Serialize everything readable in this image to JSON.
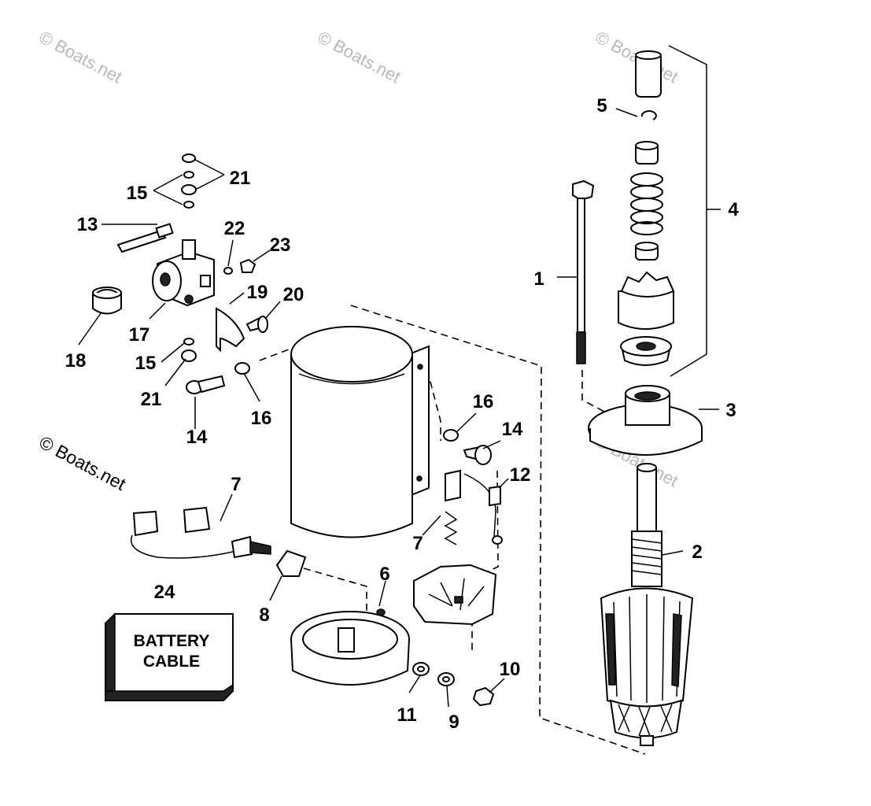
{
  "watermark": "© Boats.net",
  "callouts": [
    "1",
    "2",
    "3",
    "4",
    "5",
    "6",
    "7",
    "7",
    "8",
    "9",
    "10",
    "11",
    "12",
    "13",
    "14",
    "14",
    "15",
    "15",
    "16",
    "16",
    "17",
    "18",
    "19",
    "20",
    "21",
    "21",
    "22",
    "23",
    "24"
  ],
  "battery_box": {
    "line1": "BATTERY",
    "line2": "CABLE"
  }
}
